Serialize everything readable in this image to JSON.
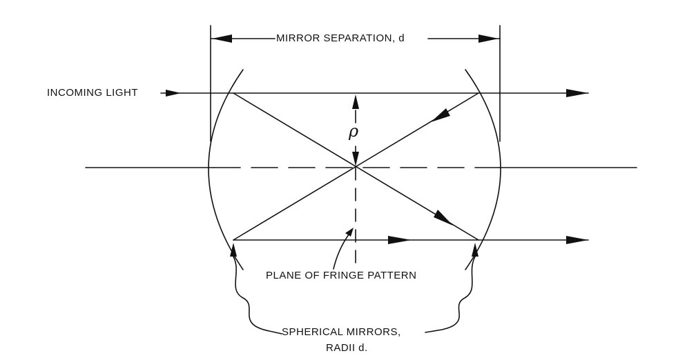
{
  "labels": {
    "mirror_separation": "MIRROR SEPARATION, d",
    "incoming_light": "INCOMING LIGHT",
    "rho": "ρ",
    "plane_of_fringe_pattern": "PLANE OF FRINGE PATTERN",
    "spherical_mirrors_line1": "SPHERICAL MIRRORS,",
    "spherical_mirrors_line2": "RADII d."
  },
  "colors": {
    "ink": "#111111",
    "paper": "#ffffff"
  }
}
